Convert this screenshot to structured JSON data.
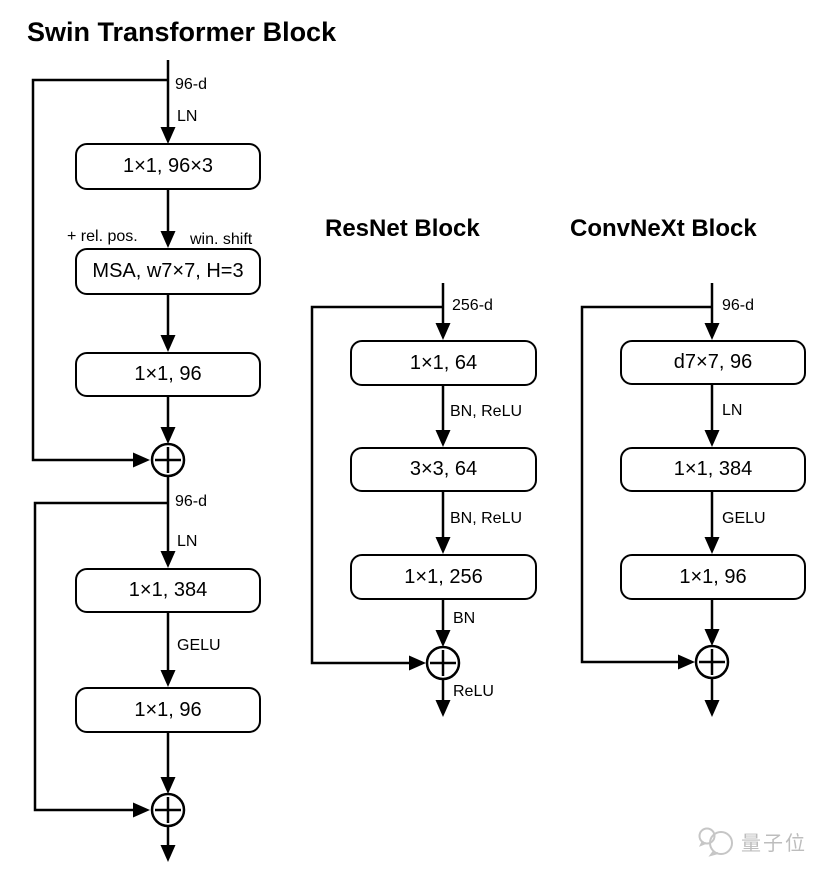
{
  "page": {
    "background": "#ffffff",
    "ink": "#000000",
    "watermark_color": "#bdbdbd"
  },
  "blocks": {
    "swin": {
      "title": "Swin Transformer Block",
      "labels": {
        "input": "96-d",
        "norm1": "LN",
        "rel_pos": "+ rel. pos.",
        "win_shift": "win. shift",
        "mid": "96-d",
        "norm2": "LN",
        "act": "GELU"
      },
      "boxes": {
        "conv1": "1×1, 96×3",
        "msa": "MSA, w7×7, H=3",
        "conv2": "1×1, 96",
        "mlp1": "1×1, 384",
        "mlp2": "1×1, 96"
      }
    },
    "resnet": {
      "title": "ResNet Block",
      "labels": {
        "input": "256-d",
        "bn_relu1": "BN, ReLU",
        "bn_relu2": "BN, ReLU",
        "bn": "BN",
        "relu_out": "ReLU"
      },
      "boxes": {
        "conv1": "1×1, 64",
        "conv2": "3×3, 64",
        "conv3": "1×1, 256"
      }
    },
    "convnext": {
      "title": "ConvNeXt Block",
      "labels": {
        "input": "96-d",
        "norm": "LN",
        "act": "GELU"
      },
      "boxes": {
        "dwconv": "d7×7, 96",
        "pwconv1": "1×1, 384",
        "pwconv2": "1×1, 96"
      }
    }
  },
  "watermark": {
    "label": "量子位"
  }
}
